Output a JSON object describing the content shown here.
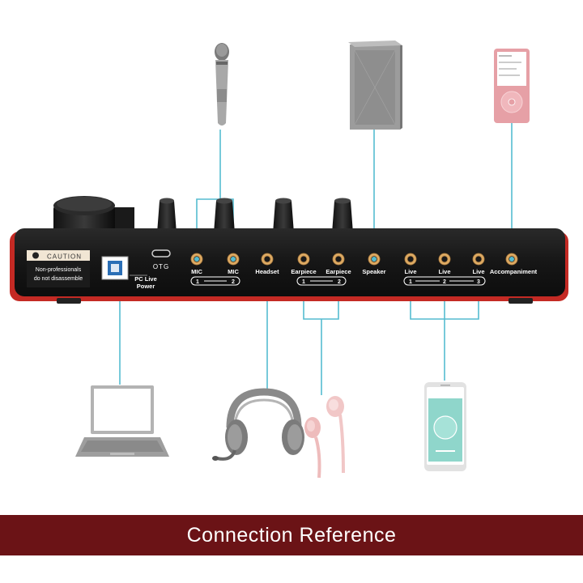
{
  "caption": "Connection Reference",
  "caution": {
    "title": "CAUTION",
    "line1": "Non-professionals",
    "line2": "do not disassemble"
  },
  "ports": {
    "otg": "OTG",
    "pc_live_line1": "PC Live",
    "pc_live_line2": "Power",
    "mic1": "MIC",
    "mic2": "MIC",
    "headset": "Headset",
    "earpiece1": "Earpiece",
    "earpiece2": "Earpiece",
    "speaker": "Speaker",
    "live1": "Live",
    "live2": "Live",
    "live3": "Live",
    "accompaniment": "Accompaniment"
  },
  "group_numbers": {
    "mic": [
      "1",
      "2"
    ],
    "earpiece": [
      "1",
      "2"
    ],
    "live": [
      "1",
      "2",
      "3"
    ]
  },
  "devices": [
    "microphone-icon",
    "speaker-icon",
    "music-player-icon",
    "laptop-icon",
    "headphones-icon",
    "earphones-icon",
    "smartphone-icon"
  ],
  "colors": {
    "line": "#55bcd0",
    "banner": "#6b1316",
    "panel": "#1b1b1b",
    "accent_red": "#d8342c",
    "jack": "#d9a25a"
  }
}
